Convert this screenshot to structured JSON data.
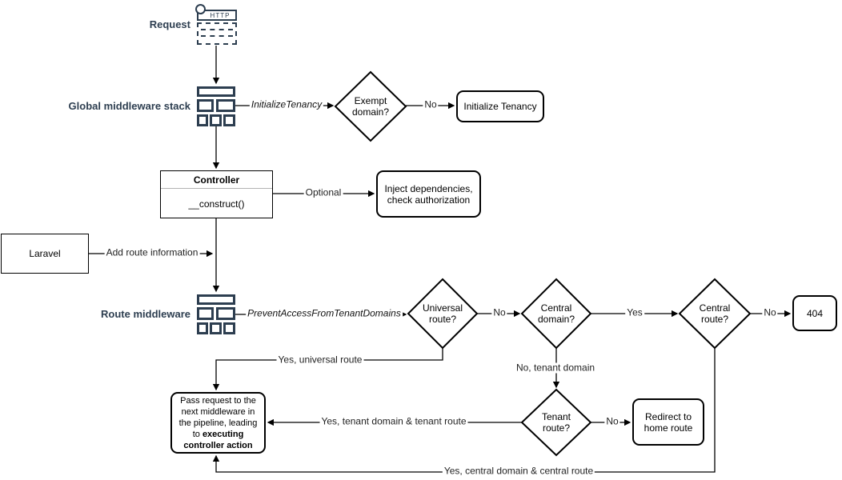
{
  "colors": {
    "accent_navy": "#2d3e50",
    "line": "#000000",
    "shape_fill": "#ffffff"
  },
  "captions": {
    "request": "Request",
    "global_middleware_stack": "Global middleware stack",
    "route_middleware": "Route middleware"
  },
  "icons": {
    "http_label": "HTTP"
  },
  "nodes": {
    "exempt_domain": "Exempt domain?",
    "initialize_tenancy": "Initialize Tenancy",
    "controller_title": "Controller",
    "controller_method": "__construct()",
    "inject_dependencies": "Inject dependencies, check authorization",
    "laravel": "Laravel",
    "universal_route": "Universal route?",
    "central_domain": "Central domain?",
    "central_route": "Central route?",
    "not_found": "404",
    "tenant_route": "Tenant route?",
    "redirect_home": "Redirect to home route",
    "pass_request_normal": "Pass request to the next middleware in the pipeline, leading to ",
    "pass_request_bold": "executing controller action"
  },
  "edge_labels": {
    "initialize_tenancy_middleware": "InitializeTenancy",
    "exempt_no": "No",
    "optional": "Optional",
    "add_route_information": "Add route information",
    "prevent_access_middleware": "PreventAccessFromTenantDomains",
    "universal_no": "No",
    "central_domain_yes": "Yes",
    "central_route_no": "No",
    "no_tenant_domain": "No, tenant domain",
    "tenant_route_no": "No",
    "yes_universal_route": "Yes, universal route",
    "yes_tenant_domain_route": "Yes, tenant domain & tenant route",
    "yes_central_domain_route": "Yes, central domain & central route"
  }
}
